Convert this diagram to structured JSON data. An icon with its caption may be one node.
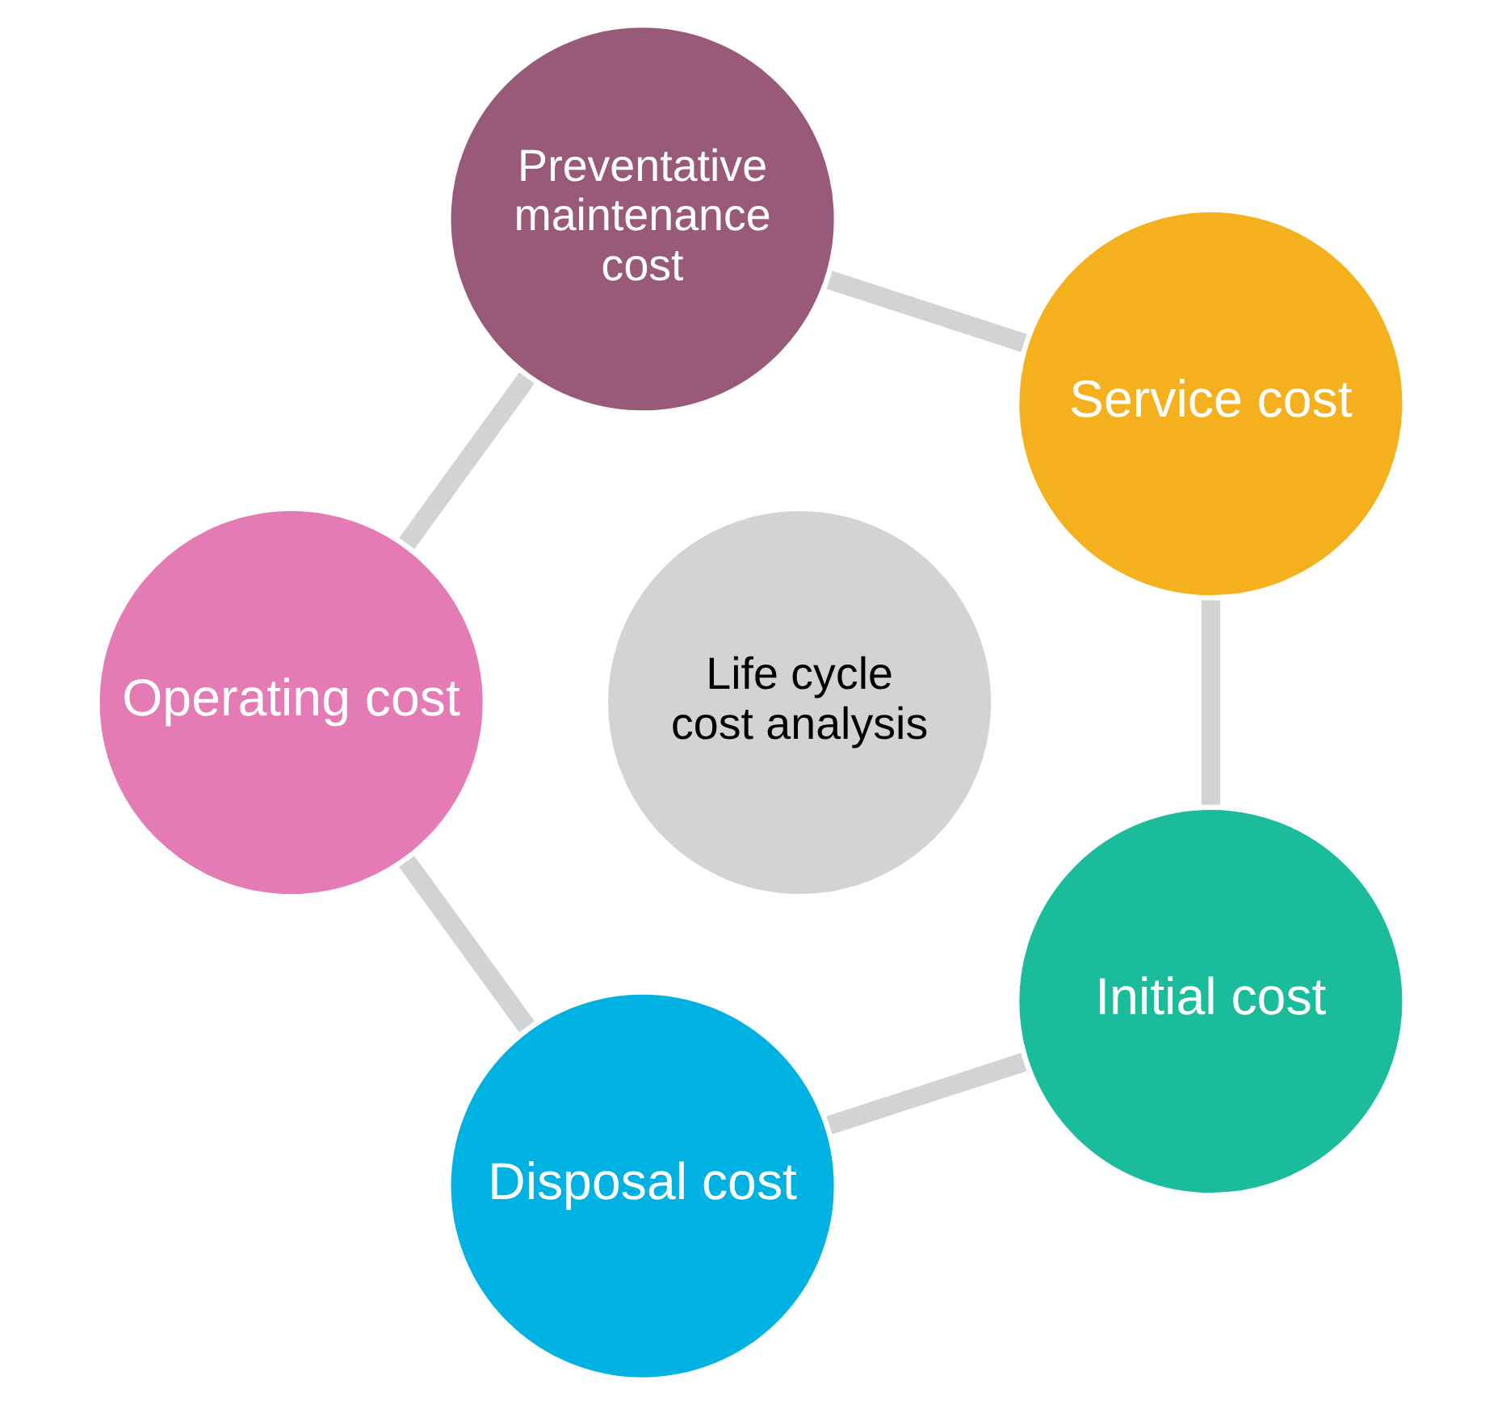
{
  "diagram": {
    "nodes": [
      {
        "text": [
          "Service cost"
        ]
      },
      {
        "text": [
          "Initial cost"
        ]
      },
      {
        "text": [
          "Preventative maintenance cost"
        ]
      },
      {
        "text": [
          "Life cycle cost analysis"
        ]
      },
      {
        "text": [
          "Disposal cost"
        ]
      },
      {
        "text": [
          "Operating cost"
        ]
      }
    ],
    "edges": [
      {
        "from": 0,
        "to": 2,
        "arrow": "none"
      },
      {
        "from": 2,
        "to": 5,
        "arrow": "none"
      },
      {
        "from": 5,
        "to": 4,
        "arrow": "none"
      },
      {
        "from": 4,
        "to": 1,
        "arrow": "none"
      },
      {
        "from": 1,
        "to": 0,
        "arrow": "none"
      }
    ]
  }
}
